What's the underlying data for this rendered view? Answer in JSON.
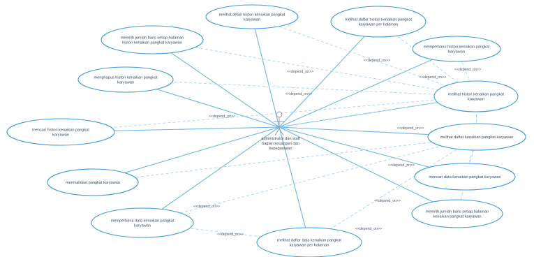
{
  "colors": {
    "background": "#ffffff",
    "ellipse_stroke": "#3f9ad6",
    "association_line": "#6fb6e4",
    "dependency_line": "#a9d3ef",
    "text": "#33485f"
  },
  "actor": {
    "icon": "stick-figure-actor-icon",
    "label_lines": [
      "administrator dan staff",
      "bagian keuangan dan",
      "kepegawaian"
    ]
  },
  "use_cases": [
    {
      "id": "uc1",
      "lines": [
        "melihat detail histori kenaikan pangkat",
        "karyawan"
      ]
    },
    {
      "id": "uc2",
      "lines": [
        "melihat daftar histori kenaikan pangkat",
        "karyawan per halaman"
      ]
    },
    {
      "id": "uc3",
      "lines": [
        "memilih jumlah baris setiap halaman",
        "histori kenaikan pangkat karyawan"
      ]
    },
    {
      "id": "uc4",
      "lines": [
        "memperbarui histori kenaikan pangkat",
        "karyawan"
      ]
    },
    {
      "id": "uc5",
      "lines": [
        "menghapus histori kenaikan pangkat",
        "karyawan"
      ]
    },
    {
      "id": "uc6",
      "lines": [
        "melihat histori kenaikan pangkat",
        "karyawan"
      ]
    },
    {
      "id": "uc7",
      "lines": [
        "mencari histori kenaikan pangkat",
        "karyawan"
      ]
    },
    {
      "id": "uc8",
      "lines": [
        "melihat daftar kenaikan pangkat karyawan"
      ]
    },
    {
      "id": "uc9",
      "lines": [
        "memvalidasi pangkat karyawan"
      ]
    },
    {
      "id": "uc10",
      "lines": [
        "mencari data kenaikan pangkat karyawan"
      ]
    },
    {
      "id": "uc11",
      "lines": [
        "memilih jumlah baris setiap halaman",
        "kenaikan pangkat karyawan"
      ]
    },
    {
      "id": "uc12",
      "lines": [
        "memperbarui data kenaikan pangkat",
        "karyawan"
      ]
    },
    {
      "id": "uc13",
      "lines": [
        "melihat daftar data kenaikan pangkat",
        "karyawan per halaman"
      ]
    }
  ],
  "dependency_label": "<<depend_on>>"
}
